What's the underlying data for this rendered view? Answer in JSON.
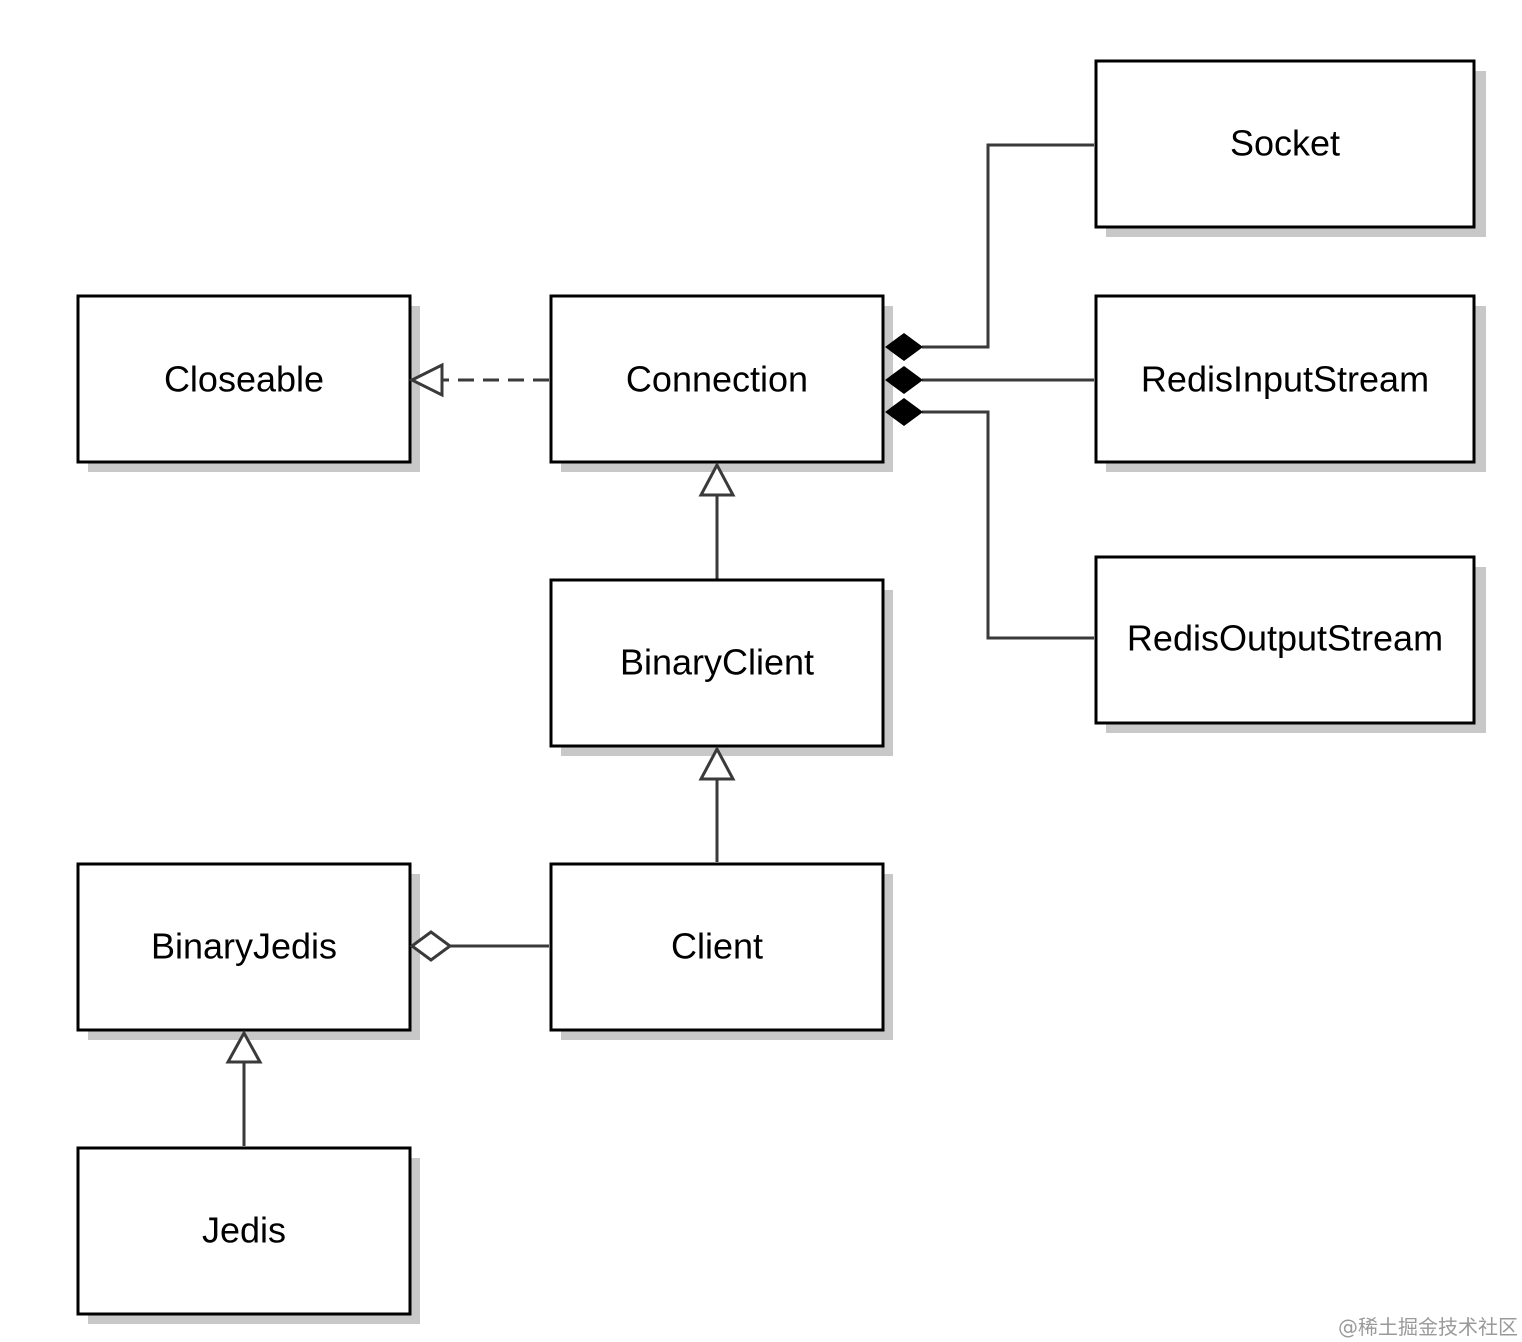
{
  "diagram": {
    "classes": {
      "closeable": "Closeable",
      "connection": "Connection",
      "socket": "Socket",
      "redis_input_stream": "RedisInputStream",
      "redis_output_stream": "RedisOutputStream",
      "binary_client": "BinaryClient",
      "client": "Client",
      "binary_jedis": "BinaryJedis",
      "jedis": "Jedis"
    },
    "relations": [
      {
        "from": "Connection",
        "to": "Closeable",
        "type": "realization"
      },
      {
        "from": "BinaryClient",
        "to": "Connection",
        "type": "generalization"
      },
      {
        "from": "Client",
        "to": "BinaryClient",
        "type": "generalization"
      },
      {
        "from": "Jedis",
        "to": "BinaryJedis",
        "type": "generalization"
      },
      {
        "from": "Client",
        "to": "BinaryJedis",
        "type": "aggregation"
      },
      {
        "from": "Socket",
        "to": "Connection",
        "type": "composition"
      },
      {
        "from": "RedisInputStream",
        "to": "Connection",
        "type": "composition"
      },
      {
        "from": "RedisOutputStream",
        "to": "Connection",
        "type": "composition"
      }
    ],
    "colors": {
      "stroke": "#000000",
      "fill": "#ffffff",
      "shadow": "#c8c8c8",
      "line": "#3a3a3a"
    }
  },
  "watermark": "@稀土掘金技术社区"
}
